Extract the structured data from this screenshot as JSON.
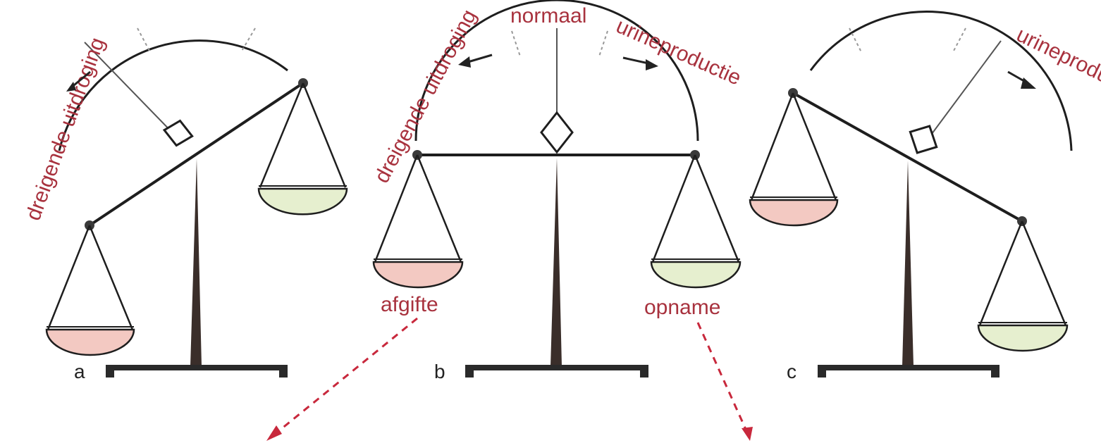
{
  "panels": [
    {
      "letter": "a",
      "left_label": "dreigende uitdroging"
    },
    {
      "letter": "b",
      "top_label": "normaal",
      "left_label": "dreigende uitdroging",
      "right_label": "urineproductie",
      "left_pan_label": "afgifte",
      "right_pan_label": "opname"
    },
    {
      "letter": "c",
      "right_label": "urineproductie"
    }
  ],
  "colors": {
    "label": "#a8323e",
    "line": "#1e1e1e",
    "pan_out": "#f3c9c2",
    "pan_in": "#e6efcf",
    "arrow_dashed": "#c8283c",
    "pillar": "#3a2e2a"
  }
}
